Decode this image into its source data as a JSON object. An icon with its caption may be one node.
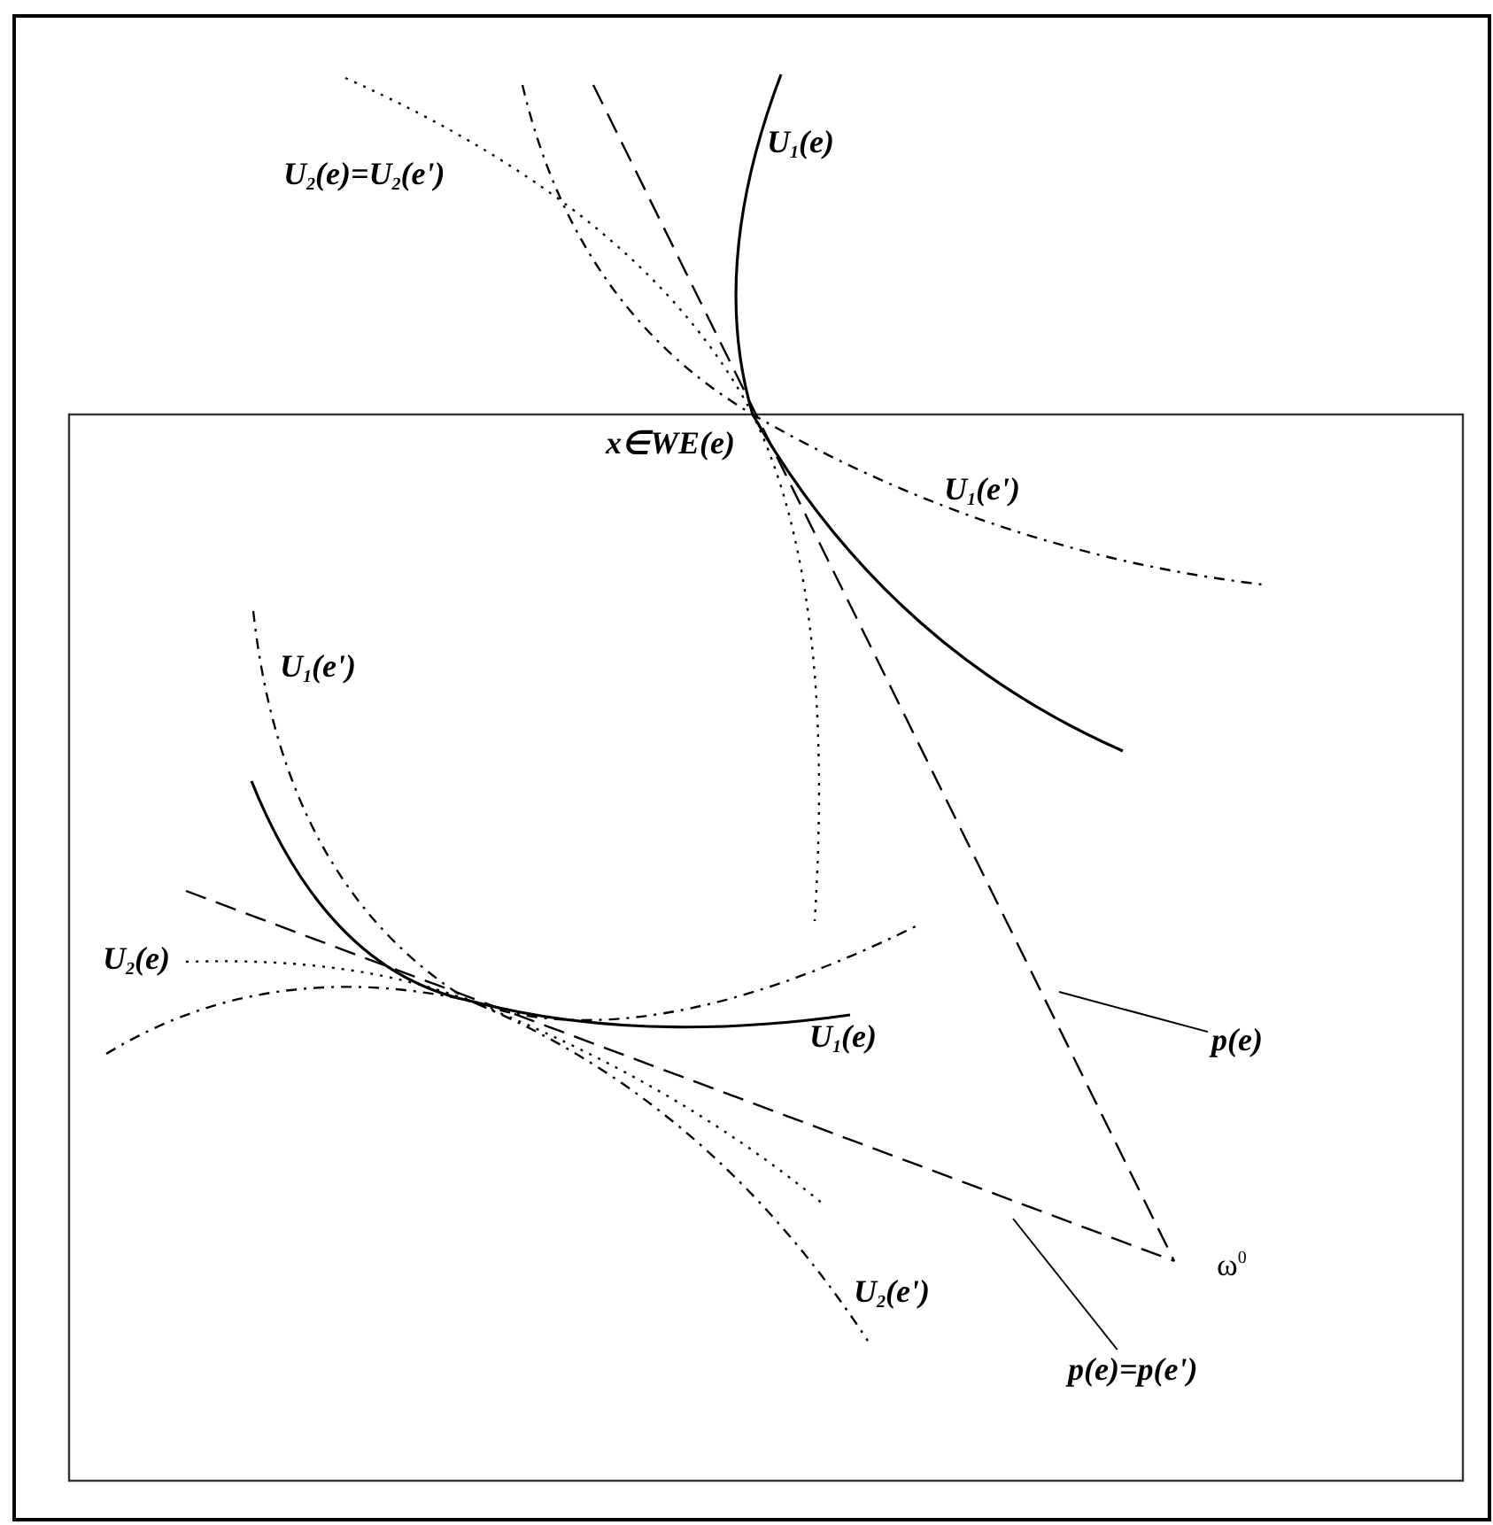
{
  "diagram": {
    "nodes": [
      {
        "text": [
          "p(e)"
        ]
      },
      {
        "text": [
          "p(e)=p(e')"
        ]
      }
    ],
    "edges": [
      {
        "from": 0,
        "to": null,
        "arrow": "none"
      },
      {
        "from": 1,
        "to": null,
        "arrow": "none"
      }
    ],
    "labels": [
      "U$_{2}$(e)=U$_{2}$(e')",
      "U$_{1}$(e)",
      "x∈WE(e)",
      "U$_{1}$(e')",
      "U$_{1}$(e')",
      "U$_{2}$(e)",
      "U$_{1}$(e)",
      "U$_{2}$(e')",
      "ω$^{0}$"
    ]
  }
}
